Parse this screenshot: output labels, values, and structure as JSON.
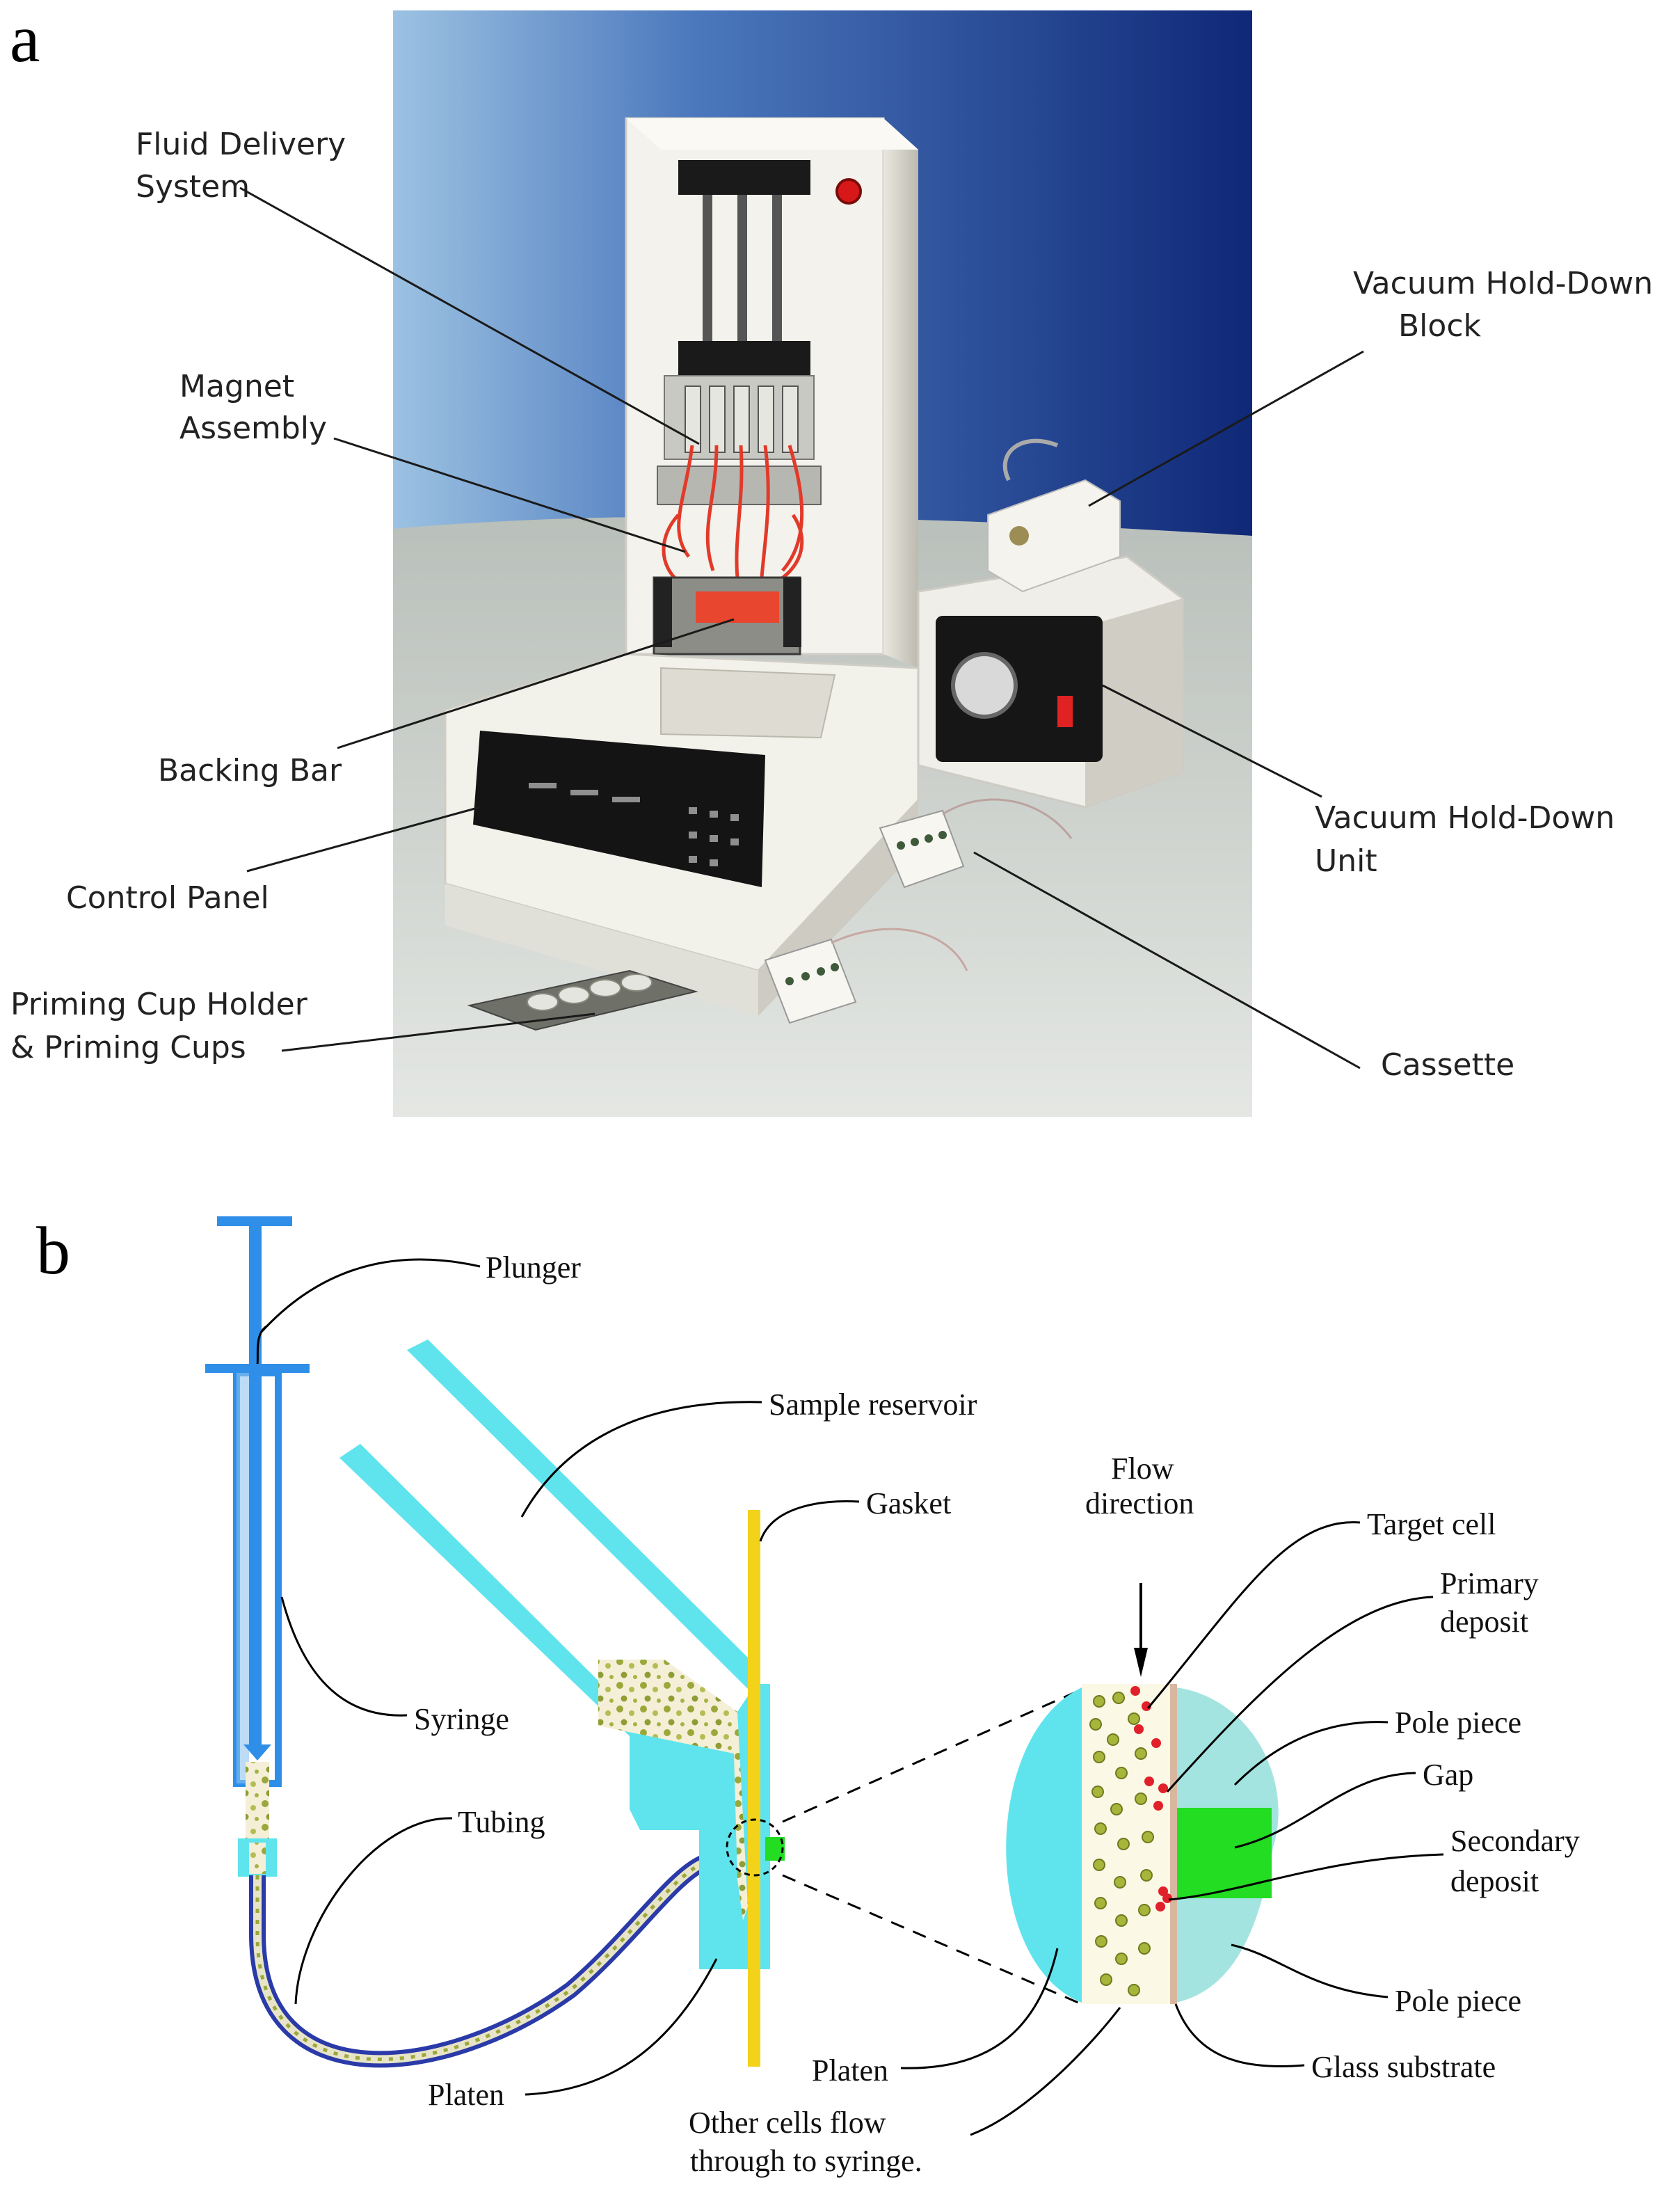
{
  "panel_a": {
    "letter": "a",
    "labels": {
      "fluid_delivery": [
        "Fluid Delivery",
        "System"
      ],
      "magnet_assembly": [
        "Magnet",
        "Assembly"
      ],
      "backing_bar": "Backing Bar",
      "control_panel": "Control Panel",
      "priming": [
        "Priming Cup Holder",
        "& Priming Cups"
      ],
      "vacuum_block": [
        "Vacuum Hold-Down",
        "Block"
      ],
      "vacuum_unit": [
        "Vacuum Hold-Down",
        "Unit"
      ],
      "cassette": "Cassette"
    }
  },
  "panel_b": {
    "letter": "b",
    "labels": {
      "plunger": "Plunger",
      "sample_reservoir": "Sample reservoir",
      "gasket": "Gasket",
      "syringe": "Syringe",
      "tubing": "Tubing",
      "platen_left": "Platen",
      "flow_direction": [
        "Flow",
        "direction"
      ],
      "target_cell": "Target cell",
      "primary_deposit": [
        "Primary",
        "deposit"
      ],
      "pole_piece_top": "Pole piece",
      "gap": "Gap",
      "secondary_deposit": [
        "Secondary",
        "deposit"
      ],
      "pole_piece_bottom": "Pole piece",
      "platen_right": "Platen",
      "glass_substrate": "Glass substrate",
      "other_cells": [
        "Other cells flow",
        "through to syringe."
      ]
    }
  },
  "colors": {
    "syringe_blue": "#2f8fe8",
    "reservoir_cyan": "#5fe4ee",
    "pole_teal": "#a3e4e0",
    "gap_green": "#22dd22",
    "gasket_yellow": "#f3d21a",
    "tubing_navy": "#2a3aa8",
    "cell_olive": "#9aa83a",
    "target_red": "#e0202a",
    "photo_backdrop": "#1c3b8c",
    "photo_floor": "#cfd3cf"
  }
}
